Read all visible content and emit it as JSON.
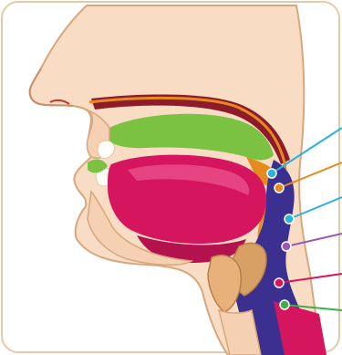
{
  "diagram": {
    "colors": {
      "frame": "#e8c9a6",
      "skin": "#f8dcc4",
      "skin_outline": "#d7a77e",
      "palate_orange": "#e58a1f",
      "hard_palate_green": "#7cc242",
      "tongue": "#d6155f",
      "tongue_highlight": "#f26b9a",
      "teeth": "#fffdf5",
      "pharynx_blue": "#3b2f8f",
      "nasal_dark_red": "#8e1b2b",
      "larynx_tan": "#d9a066"
    },
    "pointers": [
      {
        "name": "pointer-nasopharynx",
        "color": "#2ab3e0"
      },
      {
        "name": "pointer-soft-palate",
        "color": "#e58a1f"
      },
      {
        "name": "pointer-oropharynx",
        "color": "#2ab3e0"
      },
      {
        "name": "pointer-epiglottis",
        "color": "#9b59b6"
      },
      {
        "name": "pointer-laryngopharynx",
        "color": "#d6155f"
      },
      {
        "name": "pointer-esophagus",
        "color": "#3fae49"
      }
    ]
  }
}
